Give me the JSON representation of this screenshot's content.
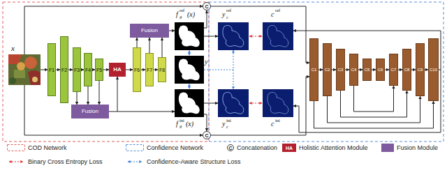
{
  "diagram": {
    "nodes": [
      {
        "text": [
          "F1"
        ]
      },
      {
        "text": [
          "F2"
        ]
      },
      {
        "text": [
          "F3"
        ]
      },
      {
        "text": [
          "F4"
        ]
      },
      {
        "text": [
          "F5"
        ]
      },
      {
        "text": [
          "HA"
        ]
      },
      {
        "text": [
          "F6"
        ]
      },
      {
        "text": [
          "F7"
        ]
      },
      {
        "text": [
          "F8"
        ]
      },
      {
        "text": [
          "Fusion"
        ]
      },
      {
        "text": [
          "Fusion"
        ]
      },
      {
        "text": [
          "C"
        ]
      },
      {
        "text": [
          "C"
        ]
      },
      {
        "text": [
          "C1"
        ]
      },
      {
        "text": [
          "C2"
        ]
      },
      {
        "text": [
          "C3"
        ]
      },
      {
        "text": [
          "C4"
        ]
      },
      {
        "text": [
          "C5"
        ]
      },
      {
        "text": [
          "C6"
        ]
      },
      {
        "text": [
          "C7"
        ]
      },
      {
        "text": [
          "C8"
        ]
      },
      {
        "text": [
          "C9"
        ]
      },
      {
        "text": [
          "C10"
        ]
      }
    ],
    "edges": [
      {
        "from": 0,
        "to": 1,
        "arrow": "to"
      },
      {
        "from": 1,
        "to": 2,
        "arrow": "to"
      },
      {
        "from": 2,
        "to": 3,
        "arrow": "to"
      },
      {
        "from": 3,
        "to": 4,
        "arrow": "to"
      },
      {
        "from": 4,
        "to": 5,
        "arrow": "to"
      },
      {
        "from": 5,
        "to": 6,
        "arrow": "to"
      },
      {
        "from": 6,
        "to": 7,
        "arrow": "to"
      },
      {
        "from": 7,
        "to": 8,
        "arrow": "to"
      },
      {
        "from": 2,
        "to": 10,
        "arrow": "to"
      },
      {
        "from": 3,
        "to": 10,
        "arrow": "to"
      },
      {
        "from": 4,
        "to": 10,
        "arrow": "to"
      },
      {
        "from": 6,
        "to": 9,
        "arrow": "to"
      },
      {
        "from": 7,
        "to": 9,
        "arrow": "to"
      },
      {
        "from": 8,
        "to": 9,
        "arrow": "to"
      },
      {
        "from": 11,
        "to": 13,
        "arrow": "to"
      },
      {
        "from": 12,
        "to": 13,
        "arrow": "to"
      },
      {
        "from": 13,
        "to": 14,
        "arrow": "to"
      },
      {
        "from": 14,
        "to": 15,
        "arrow": "to"
      },
      {
        "from": 15,
        "to": 16,
        "arrow": "to"
      },
      {
        "from": 16,
        "to": 17,
        "arrow": "to"
      },
      {
        "from": 17,
        "to": 18,
        "arrow": "to"
      },
      {
        "from": 18,
        "to": 19,
        "arrow": "to"
      },
      {
        "from": 19,
        "to": 20,
        "arrow": "to"
      },
      {
        "from": 20,
        "to": 21,
        "arrow": "to"
      },
      {
        "from": 21,
        "to": 22,
        "arrow": "to"
      },
      {
        "from": 13,
        "to": 22,
        "arrow": "to"
      },
      {
        "from": 14,
        "to": 21,
        "arrow": "to"
      },
      {
        "from": 15,
        "to": 20,
        "arrow": "to"
      },
      {
        "from": 16,
        "to": 19,
        "arrow": "to"
      }
    ],
    "labels": [
      "x",
      "f",
      "ref",
      "θ",
      "(x)",
      "y",
      "f",
      "ini",
      "θ",
      "(x)",
      "y",
      "ref",
      "c",
      "c",
      "ref",
      "y",
      "ini",
      "c",
      "c",
      "ini",
      "C",
      "HA"
    ],
    "legend": [
      {
        "text": "COD Network"
      },
      {
        "text": "Confidence Network"
      },
      {
        "text": "Concatenation"
      },
      {
        "text": "Holistic Attention Module",
        "color": "#b3202e"
      },
      {
        "text": "Fusion Module",
        "color": "#7e5a9e"
      },
      {
        "text": "Binary Cross Entropy Loss"
      },
      {
        "text": "Confidence-Aware Structure Loss"
      }
    ]
  }
}
